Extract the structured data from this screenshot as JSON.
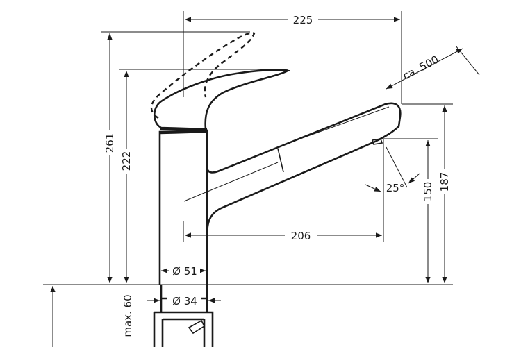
{
  "dimensions": {
    "width_total": "225",
    "height_max": "261",
    "height_body": "222",
    "spout_reach": "206",
    "body_diameter": "Ø 51",
    "shank_diameter": "Ø 34",
    "hose_extension": "ca. 500",
    "spray_angle": "25°",
    "outlet_height": "150",
    "spout_top_height": "187",
    "max_mount": "max. 60"
  }
}
